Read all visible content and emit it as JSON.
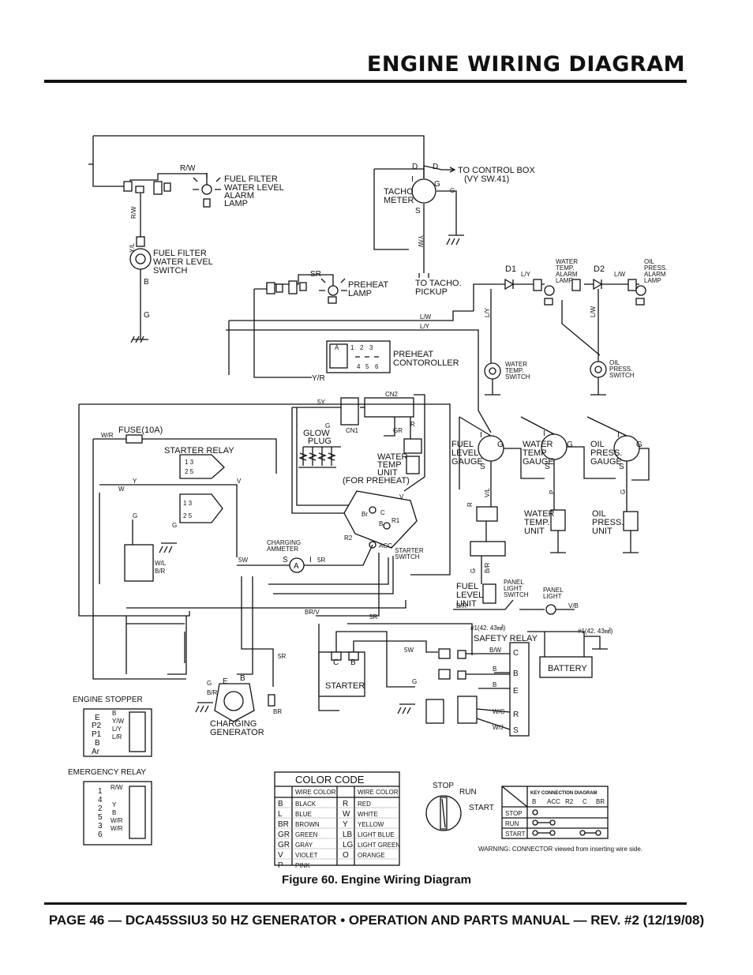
{
  "header": {
    "title": "ENGINE WIRING DIAGRAM"
  },
  "figure": {
    "caption": "Figure 60. Engine Wiring Diagram"
  },
  "footer": {
    "text": "PAGE 46 — DCA45SSIU3 50 HZ GENERATOR • OPERATION AND PARTS MANUAL — REV. #2 (12/19/08)"
  },
  "diagram": {
    "fuel_filter_lamp": "FUEL FILTER WATER LEVEL ALARM LAMP",
    "fuel_filter_lamp_lines": [
      "FUEL FILTER",
      "WATER LEVEL",
      "ALARM",
      "LAMP"
    ],
    "fuel_filter_switch_lines": [
      "FUEL FILTER",
      "WATER LEVEL",
      "SWITCH"
    ],
    "to_control_box_lines": [
      "TO CONTROL BOX",
      "(VY SW.41)"
    ],
    "tacho_meter_lines": [
      "TACHO",
      "METER"
    ],
    "to_tacho_pickup_lines": [
      "TO TACHO.",
      "PICKUP"
    ],
    "preheat_lamp_lines": [
      "PREHEAT",
      "LAMP"
    ],
    "preheat_controller_lines": [
      "PREHEAT",
      "CONTOROLLER"
    ],
    "water_temp_alarm_lamp_lines": [
      "WATER",
      "TEMP.",
      "ALARM",
      "LAMP"
    ],
    "oil_press_alarm_lamp_lines": [
      "OIL",
      "PRESS.",
      "ALARM",
      "LAMP"
    ],
    "water_temp_switch_lines": [
      "WATER",
      "TEMP.",
      "SWITCH"
    ],
    "oil_press_switch_lines": [
      "OIL",
      "PRESS.",
      "SWITCH"
    ],
    "fuse": "FUSE(10A)",
    "starter_relay": "STARTER RELAY",
    "glow_plug_lines": [
      "GLOW",
      "PLUG"
    ],
    "water_temp_unit_lines": [
      "WATER",
      "TEMP",
      "UNIT"
    ],
    "for_preheat": "(FOR PREHEAT)",
    "fuel_level_gauge_lines": [
      "FUEL",
      "LEVEL",
      "GAUGE"
    ],
    "water_temp_gauge_lines": [
      "WATER",
      "TEMP",
      "GAUGE"
    ],
    "oil_press_gauge_lines": [
      "OIL",
      "PRESS.",
      "GAUGE"
    ],
    "water_temp_unit2_lines": [
      "WATER",
      "TEMP.",
      "UNIT"
    ],
    "oil_press_unit_lines": [
      "OIL",
      "PRESS.",
      "UNIT"
    ],
    "charging_ammeter_lines": [
      "CHARGING",
      "AMMETER"
    ],
    "starter_switch_lines": [
      "STARTER",
      "SWITCH"
    ],
    "fuel_level_unit_lines": [
      "FUEL",
      "LEVEL",
      "UNIT"
    ],
    "panel_light_switch_lines": [
      "PANEL",
      "LIGHT",
      "SWITCH"
    ],
    "panel_light_lines": [
      "PANEL",
      "LIGHT"
    ],
    "safety_relay": "SAFETY RELAY",
    "battery": "BATTERY",
    "starter": "STARTER",
    "charging_generator_lines": [
      "CHARGING",
      "GENERATOR"
    ],
    "engine_stopper": "ENGINE STOPPER",
    "emergency_relay": "EMERGENCY RELAY",
    "cable_note": "#1(42. 43㎟)",
    "cn1": "CN1",
    "cn2": "CN2",
    "d1": "D1",
    "d2": "D2",
    "wire_labels": [
      "R/W",
      "R/W",
      "Y/L",
      "B",
      "G",
      "B",
      "Y/W",
      "G",
      "L/Y",
      "L/W",
      "L/Y",
      "L/W",
      "Y/R",
      "L/W",
      "L/Y",
      "Y/R",
      "SR",
      "5Y",
      "G",
      "GR",
      "R",
      "W/R",
      "Y",
      "W",
      "V",
      "G",
      "G",
      "W/L",
      "B/R",
      "5W",
      "5R",
      "5R",
      "BR/V",
      "5R",
      "5W",
      "B/W",
      "B",
      "B",
      "W/C",
      "W/J",
      "G",
      "B",
      "G",
      "BR",
      "G",
      "B/R",
      "G",
      "V/B",
      "V/L",
      "R",
      "P",
      "G",
      "B/R"
    ],
    "engine_stopper_pins": [
      "E",
      "P2",
      "P1",
      "B",
      "Ar"
    ],
    "engine_stopper_wires": [
      "B",
      "Y/W",
      "L/Y",
      "L/R"
    ],
    "emergency_relay_pins": [
      "1",
      "4",
      "2",
      "5",
      "3",
      "6"
    ],
    "emergency_relay_wires": [
      "R/W",
      "Y",
      "B",
      "W/R",
      "W/R"
    ],
    "starter_switch_terminals": [
      "Br",
      "C",
      "B",
      "R1",
      "R2",
      "ACC"
    ],
    "safety_relay_terminals": [
      "C",
      "B",
      "E",
      "R",
      "S"
    ]
  },
  "color_code": {
    "title": "COLOR CODE",
    "header": [
      "WIRE COLOR",
      "WIRE COLOR"
    ],
    "rows": [
      [
        "B",
        "BLACK",
        "R",
        "RED"
      ],
      [
        "L",
        "BLUE",
        "W",
        "WHITE"
      ],
      [
        "BR",
        "BROWN",
        "Y",
        "YELLOW"
      ],
      [
        "GR",
        "GREEN",
        "LB",
        "LIGHT BLUE"
      ],
      [
        "GR",
        "GRAY",
        "LG",
        "LIGHT GREEN"
      ],
      [
        "V",
        "VIOLET",
        "O",
        "ORANGE"
      ],
      [
        "P",
        "PINK",
        "",
        ""
      ]
    ]
  },
  "key_switch": {
    "positions": [
      "STOP",
      "RUN",
      "START"
    ]
  },
  "key_connection": {
    "title": "KEY CONNECTION DIAGRAM",
    "columns": [
      "B",
      "ACC",
      "R2",
      "C",
      "BR"
    ],
    "rows": [
      "STOP",
      "RUN",
      "START"
    ]
  },
  "warning": "WARNING: CONNECTOR viewed from inserting wire side."
}
